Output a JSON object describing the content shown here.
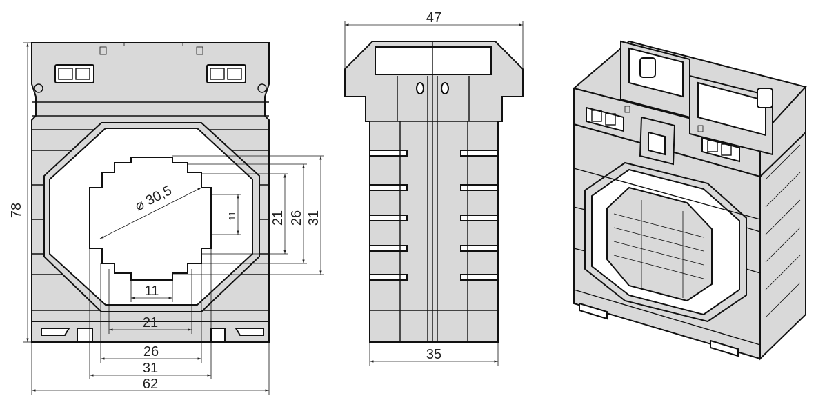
{
  "front_view": {
    "height_label": "78",
    "diameter_label": "⌀ 30,5",
    "small_height_label": "11",
    "window_21_label": "21",
    "window_26_label": "26",
    "outer_31_label": "31",
    "bottom_11_label": "11",
    "bottom_21_label": "21",
    "bottom_26_label": "26",
    "bottom_31_label": "31",
    "width_label": "62"
  },
  "side_view": {
    "top_width_label": "47",
    "bottom_width_label": "35"
  }
}
